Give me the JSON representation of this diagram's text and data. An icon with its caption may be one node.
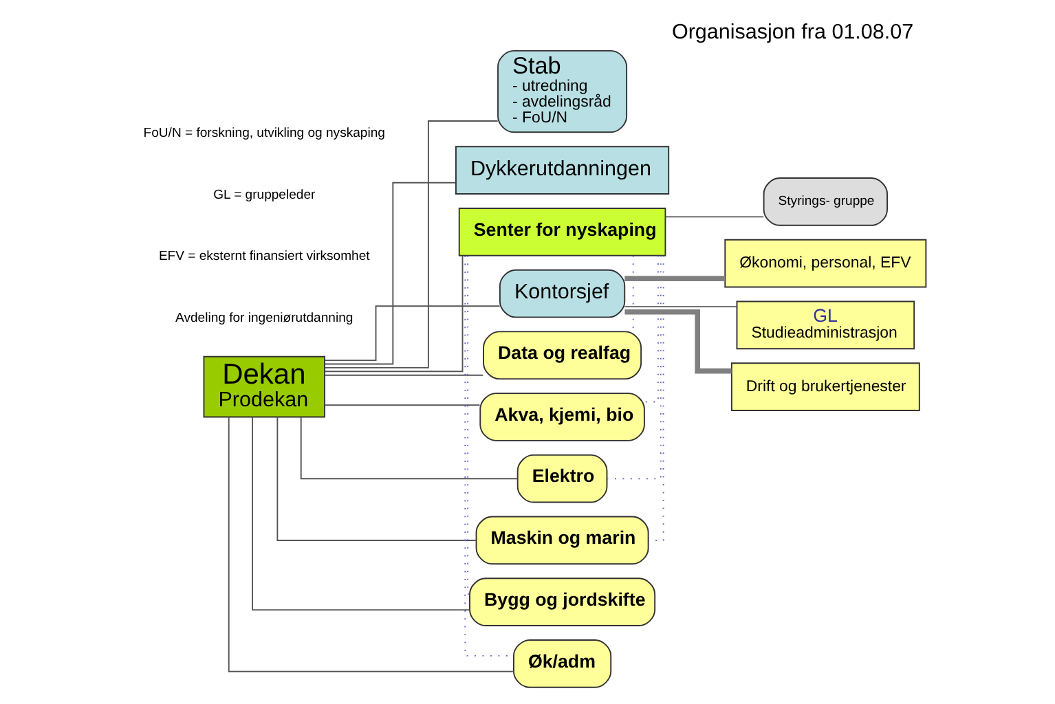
{
  "diagram": {
    "title": "Organisasjon fra 01.08.07",
    "nodes": [
      {
        "text": [
          "Dekan",
          "Prodekan"
        ]
      },
      {
        "text": [
          "Stab",
          "- utredning",
          "- avdelingsråd",
          "- FoU/N"
        ]
      },
      {
        "text": [
          "Dykkerutdanningen"
        ]
      },
      {
        "text": [
          "Senter for nyskaping"
        ]
      },
      {
        "text": [
          "Styrings- gruppe"
        ]
      },
      {
        "text": [
          "Kontorsjef"
        ]
      },
      {
        "text": [
          "Økonomi, personal, EFV"
        ]
      },
      {
        "text": [
          "GL",
          "Studieadministrasjon"
        ]
      },
      {
        "text": [
          "Drift og brukertjenester"
        ]
      },
      {
        "text": [
          "Data og realfag"
        ]
      },
      {
        "text": [
          "Akva, kjemi, bio"
        ]
      },
      {
        "text": [
          "Elektro"
        ]
      },
      {
        "text": [
          "Maskin og marin"
        ]
      },
      {
        "text": [
          "Bygg og jordskifte"
        ]
      },
      {
        "text": [
          "Øk/adm"
        ]
      }
    ],
    "edges": [
      {
        "from": 0,
        "to": 1,
        "arrow": "none"
      },
      {
        "from": 0,
        "to": 2,
        "arrow": "none"
      },
      {
        "from": 0,
        "to": 3,
        "arrow": "none"
      },
      {
        "from": 0,
        "to": 5,
        "arrow": "none"
      },
      {
        "from": 3,
        "to": 4,
        "arrow": "none"
      },
      {
        "from": 5,
        "to": 6,
        "arrow": "none",
        "style": "thick",
        "color": "#808080"
      },
      {
        "from": 5,
        "to": 7,
        "arrow": "none"
      },
      {
        "from": 5,
        "to": 8,
        "arrow": "none",
        "style": "thick",
        "color": "#808080"
      },
      {
        "from": 0,
        "to": 9,
        "arrow": "none"
      },
      {
        "from": 0,
        "to": 10,
        "arrow": "none"
      },
      {
        "from": 0,
        "to": 11,
        "arrow": "none"
      },
      {
        "from": 0,
        "to": 12,
        "arrow": "none"
      },
      {
        "from": 0,
        "to": 13,
        "arrow": "none"
      },
      {
        "from": 0,
        "to": 14,
        "arrow": "none"
      },
      {
        "from": 3,
        "to": 9,
        "arrow": "none",
        "style": "dashed",
        "color": "#6666cc"
      },
      {
        "from": 3,
        "to": 10,
        "arrow": "none",
        "style": "dashed",
        "color": "#6666cc"
      },
      {
        "from": 3,
        "to": 11,
        "arrow": "none",
        "style": "dashed",
        "color": "#6666cc"
      },
      {
        "from": 3,
        "to": 12,
        "arrow": "none",
        "style": "dashed",
        "color": "#6666cc"
      },
      {
        "from": 3,
        "to": 13,
        "arrow": "none",
        "style": "dashed",
        "color": "#6666cc"
      },
      {
        "from": 3,
        "to": 14,
        "arrow": "none",
        "style": "dashed",
        "color": "#6666cc"
      }
    ],
    "labels": [
      "Avdeling for ingeniørutdanning",
      "EFV = eksternt finansiert virksomhet",
      "GL = gruppeleder",
      "FoU/N = forskning, utvikling og nyskaping"
    ]
  }
}
